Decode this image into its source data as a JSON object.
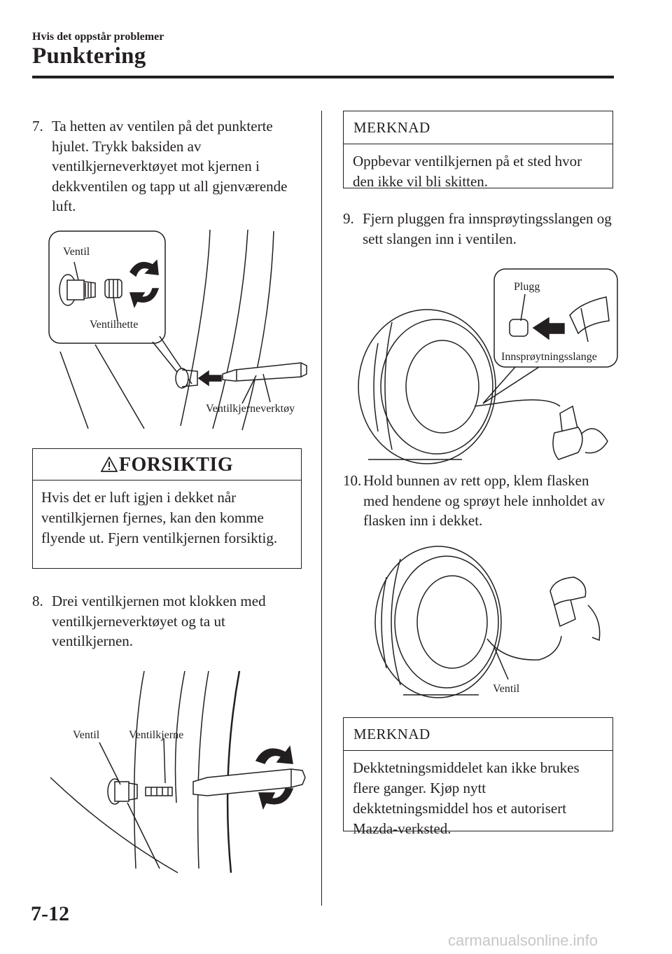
{
  "header": {
    "section": "Hvis det oppstår problemer",
    "title": "Punktering"
  },
  "steps": {
    "s7": {
      "num": "7.",
      "text": "Ta hetten av ventilen på det punkterte hjulet. Trykk baksiden av ventilkjerneverktøyet mot kjernen i dekkventilen og tapp ut all gjenværende luft."
    },
    "s8": {
      "num": "8.",
      "text": "Drei ventilkjernen mot klokken med ventilkjerneverktøyet og ta ut ventilkjernen."
    },
    "s9": {
      "num": "9.",
      "text": "Fjern pluggen fra innsprøytingsslangen og sett slangen inn i ventilen."
    },
    "s10": {
      "num": "10.",
      "text": "Hold bunnen av rett opp, klem flasken med hendene og sprøyt hele innholdet av flasken inn i dekket."
    }
  },
  "caution": {
    "title": "FORSIKTIG",
    "text": "Hvis det er luft igjen i dekket når ventilkjernen fjernes, kan den komme flyende ut. Fjern ventilkjernen forsiktig."
  },
  "notes": {
    "n1": {
      "title": "MERKNAD",
      "text": "Oppbevar ventilkjernen på et sted hvor den ikke vil bli skitten."
    },
    "n2": {
      "title": "MERKNAD",
      "text": "Dekktetningsmiddelet kan ikke brukes flere ganger. Kjøp nytt dekktetningsmiddel hos et autorisert Mazda-verksted."
    }
  },
  "figures": {
    "f1": {
      "ventil": "Ventil",
      "ventilhette": "Ventilhette",
      "tool": "Ventilkjerneverktøy"
    },
    "f2": {
      "ventil": "Ventil",
      "kjerne": "Ventilkjerne"
    },
    "f3": {
      "plugg": "Plugg",
      "slange": "Innsprøytningsslange"
    },
    "f4": {
      "ventil": "Ventil"
    }
  },
  "page_number": "7-12",
  "watermark": "carmanualsonline.info"
}
